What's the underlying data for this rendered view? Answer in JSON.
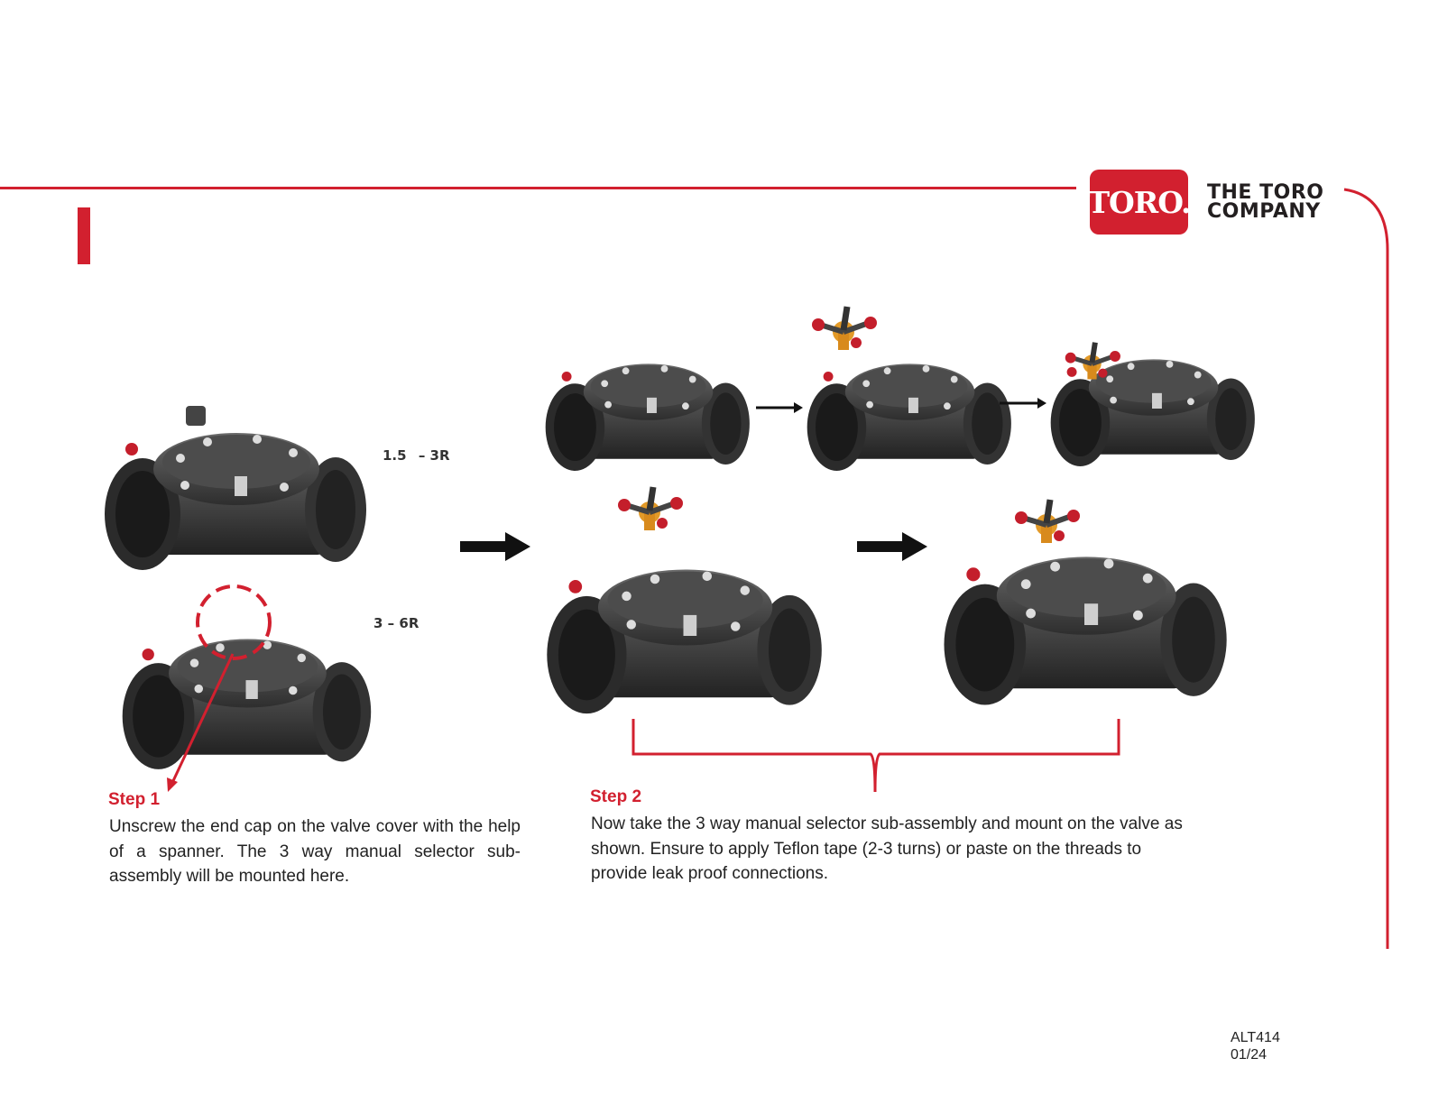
{
  "logo": {
    "mark": "TORO.",
    "company_line1": "THE TORO",
    "company_line2": "COMPANY"
  },
  "colors": {
    "brand_red": "#d2202f",
    "valve_dark": "#3a3a3a",
    "text": "#222222"
  },
  "labels": {
    "size_a": "1.5",
    "size_a_end": "– 3R",
    "size_b": "3 – 6R"
  },
  "step1": {
    "title": "Step 1",
    "body": "Unscrew the end cap on the valve cover with the help of a spanner. The 3 way manual selector sub-assembly will be mounted here."
  },
  "step2": {
    "title": "Step 2",
    "body": "Now take the 3 way manual selector sub-assembly and mount on the valve as shown. Ensure to apply Teflon tape (2-3 turns) or paste on the threads to provide leak proof connections."
  },
  "doc": {
    "code": "ALT414",
    "date": "01/24"
  }
}
